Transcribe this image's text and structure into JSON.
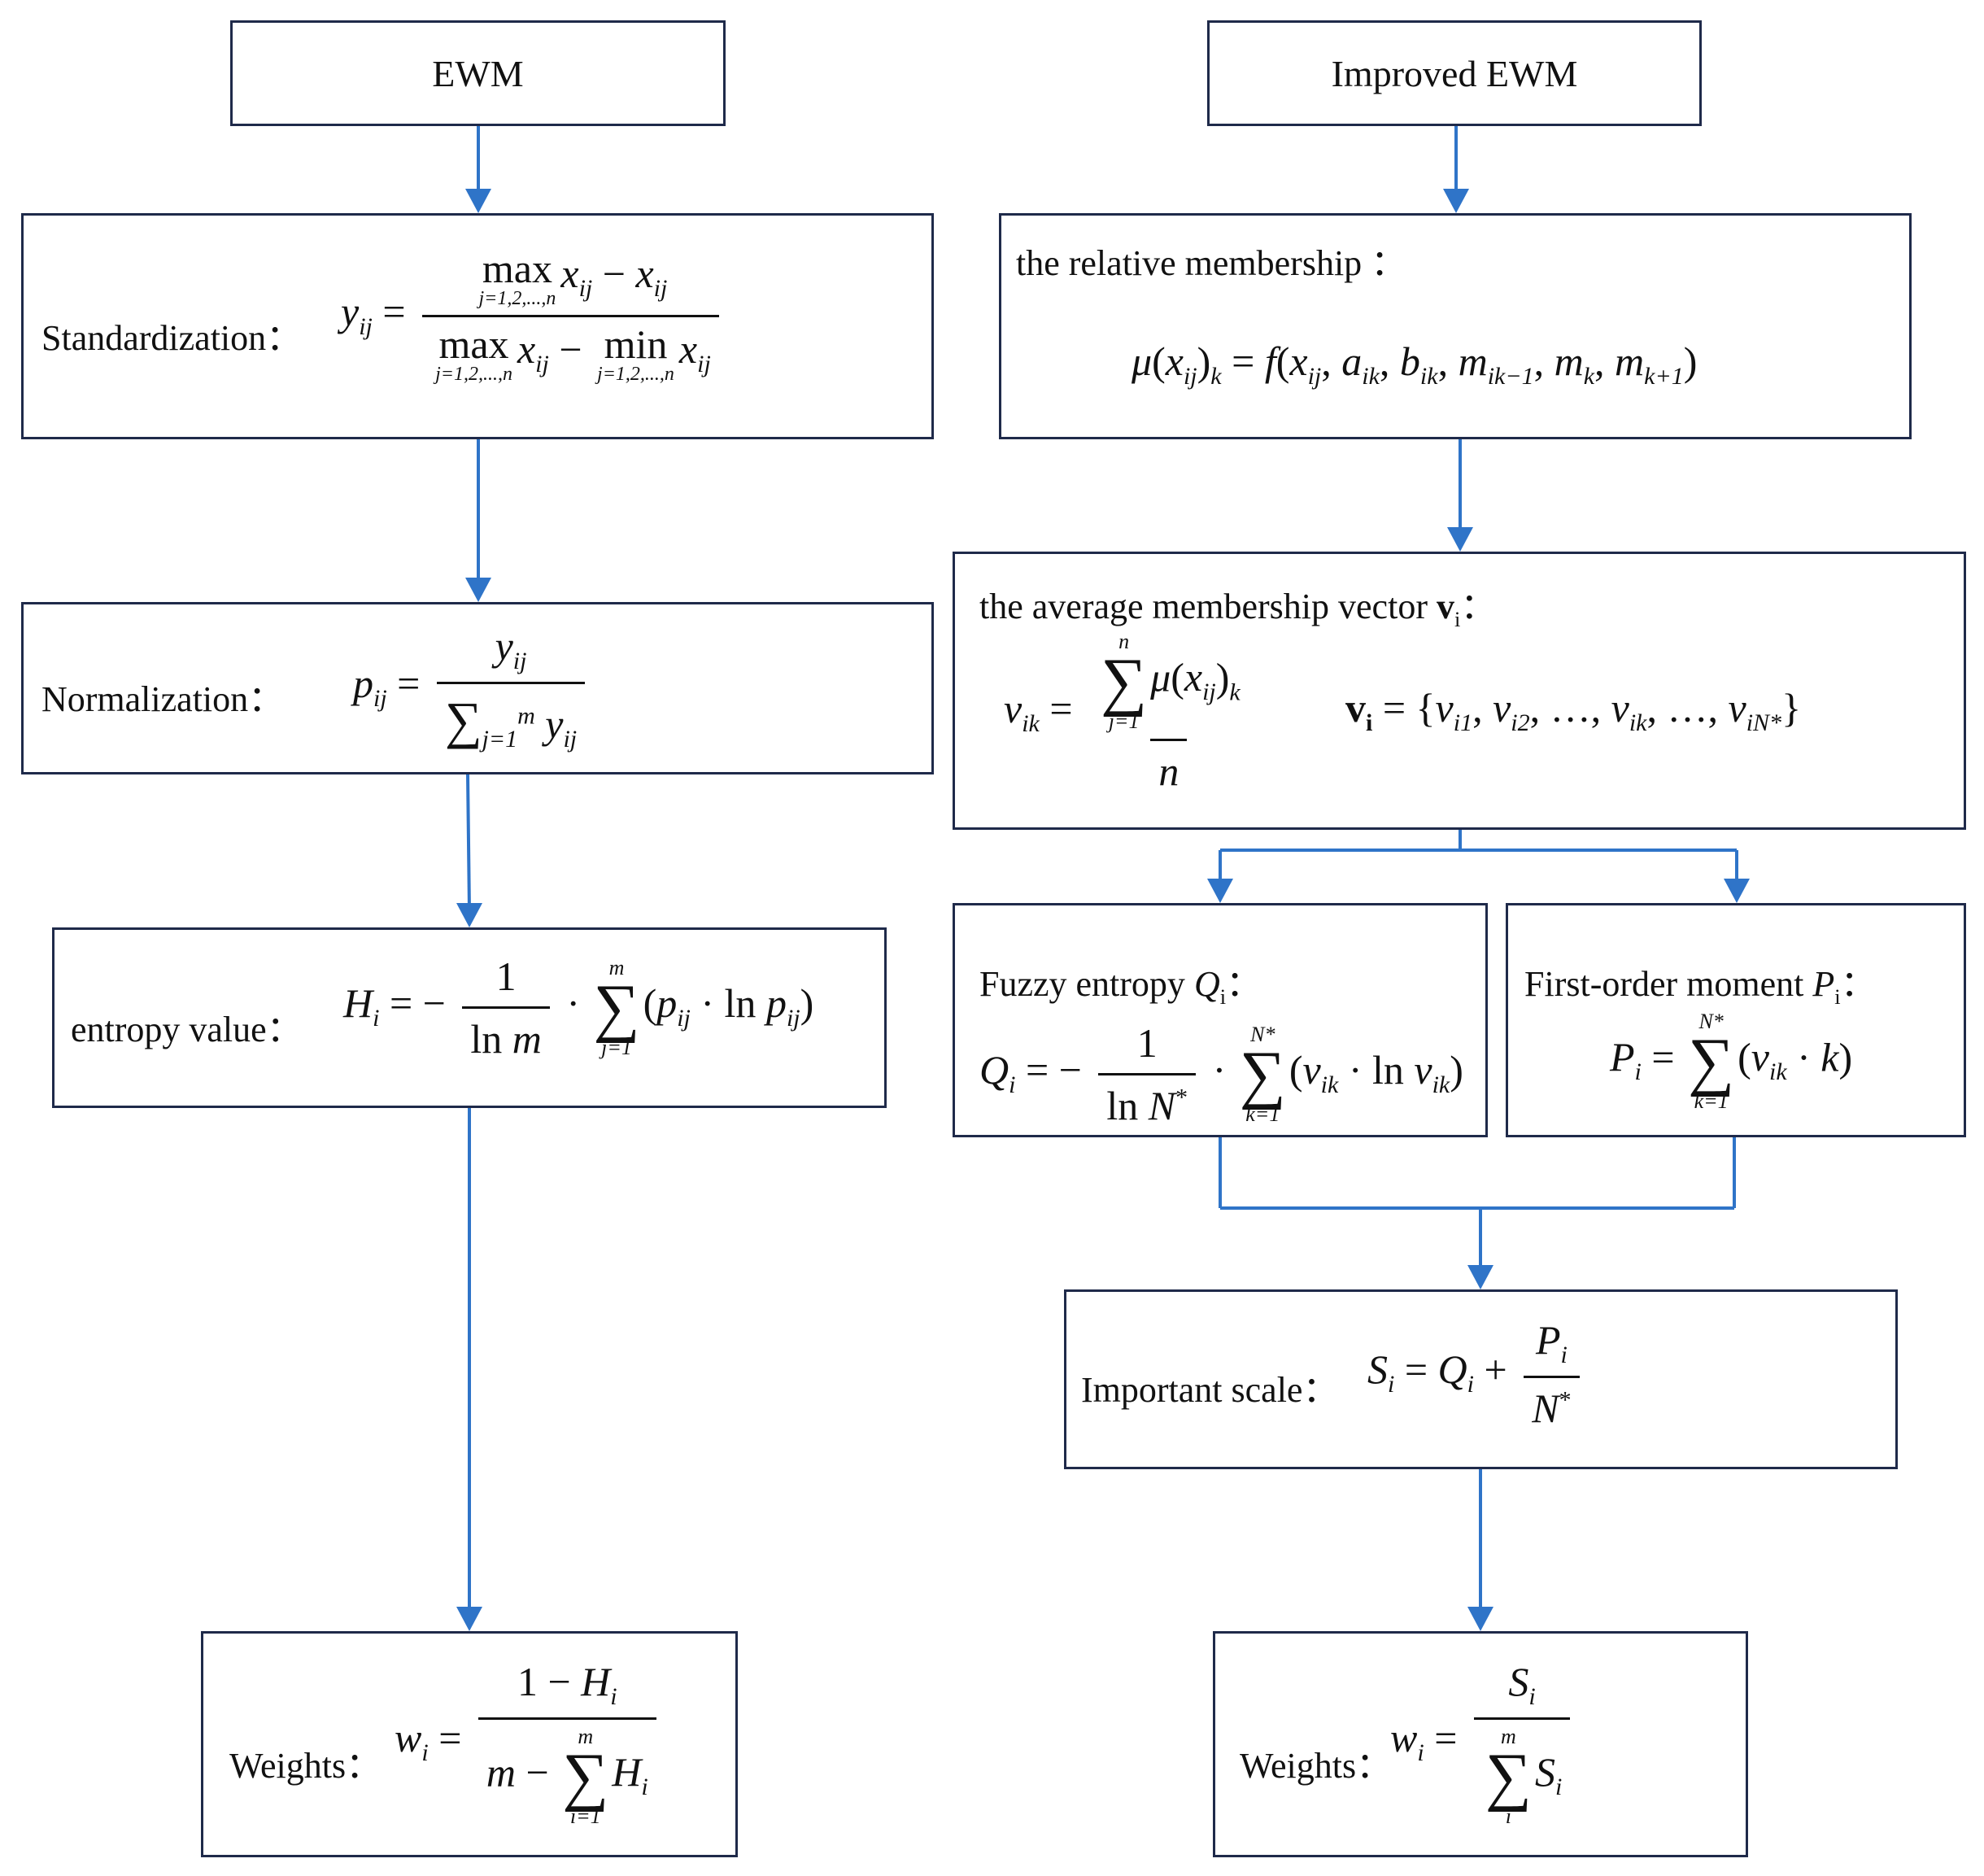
{
  "left": {
    "title": "EWM",
    "standardization_label": "Standardization：",
    "normalization_label": "Normalization：",
    "entropy_label": "entropy value：",
    "weights_label": "Weights："
  },
  "right": {
    "title": "Improved EWM",
    "membership_label": "the relative membership ：",
    "avg_vector_label": "the average membership vector",
    "fuzzy_label": "Fuzzy entropy",
    "moment_label": "First-order moment",
    "scale_label": "Important scale：",
    "weights_label": "Weights："
  },
  "colors": {
    "arrow": "#2f74c8",
    "border": "#1f2a4a"
  }
}
